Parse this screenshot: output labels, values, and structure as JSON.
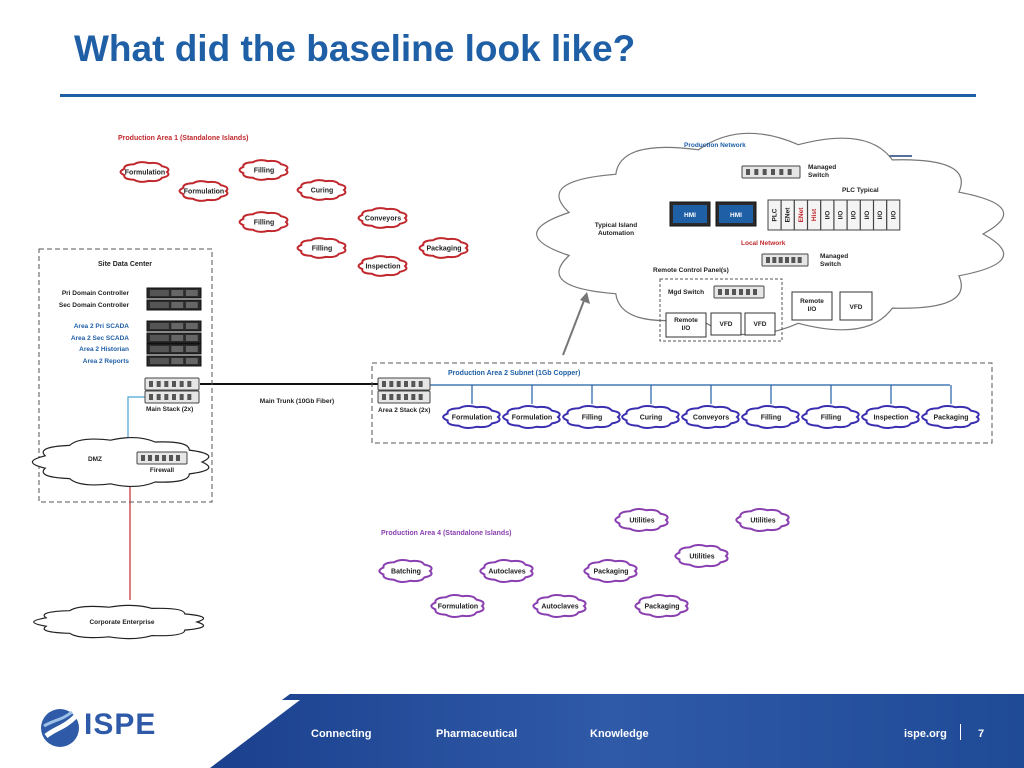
{
  "slide": {
    "title": "What did the baseline look like?",
    "page_number": "7"
  },
  "footer": {
    "logo_text": "ISPE",
    "items": [
      "Connecting",
      "Pharmaceutical",
      "Knowledge"
    ],
    "site": "ispe.org"
  },
  "colors": {
    "title_blue": "#1f5fa6",
    "cloud_red": "#c0282d",
    "cloud_blue": "#3a2fb0",
    "cloud_purple": "#8a3fb0",
    "network_blue": "#1f5fa6",
    "footer_blue": "#234a8f"
  },
  "area1": {
    "label": "Production Area 1 (Standalone Islands)",
    "clouds": [
      "Formulation",
      "Filling",
      "Formulation",
      "Curing",
      "Conveyors",
      "Filling",
      "Filling",
      "Packaging",
      "Inspection"
    ]
  },
  "site_dc": {
    "label": "Site Data Center",
    "servers": [
      "Pri Domain Controller",
      "Sec Domain Controller",
      "Area 2 Pri SCADA",
      "Area 2 Sec SCADA",
      "Area 2 Historian",
      "Area 2 Reports"
    ],
    "main_stack": "Main Stack (2x)",
    "main_trunk": "Main Trunk (10Gb Fiber)",
    "dmz": "DMZ",
    "firewall": "Firewall",
    "corporate": "Corporate Enterprise"
  },
  "area2": {
    "label": "Production Area 2 Subnet (1Gb Copper)",
    "stack": "Area 2 Stack (2x)",
    "clouds": [
      "Formulation",
      "Formulation",
      "Filling",
      "Curing",
      "Conveyors",
      "Filling",
      "Filling",
      "Inspection",
      "Packaging"
    ]
  },
  "island": {
    "production_network": "Production Network",
    "managed_switch": "Managed\nSwitch",
    "plc_typical": "PLC Typical",
    "typical_island": "Typical Island\nAutomation",
    "hmi": "HMI",
    "plc_modules": [
      "PLC",
      "ENet",
      "ENet",
      "Hist",
      "I/O",
      "I/O",
      "I/O",
      "I/O",
      "I/O",
      "I/O"
    ],
    "local_network": "Local Network",
    "remote_panel": "Remote Control Panel(s)",
    "mgd_switch": "Mgd Switch",
    "remote_io": "Remote\nI/O",
    "vfd": "VFD"
  },
  "area4": {
    "label": "Production Area 4 (Standalone Islands)",
    "clouds": [
      "Utilities",
      "Utilities",
      "Utilities",
      "Batching",
      "Autoclaves",
      "Packaging",
      "Formulation",
      "Autoclaves",
      "Packaging"
    ]
  }
}
